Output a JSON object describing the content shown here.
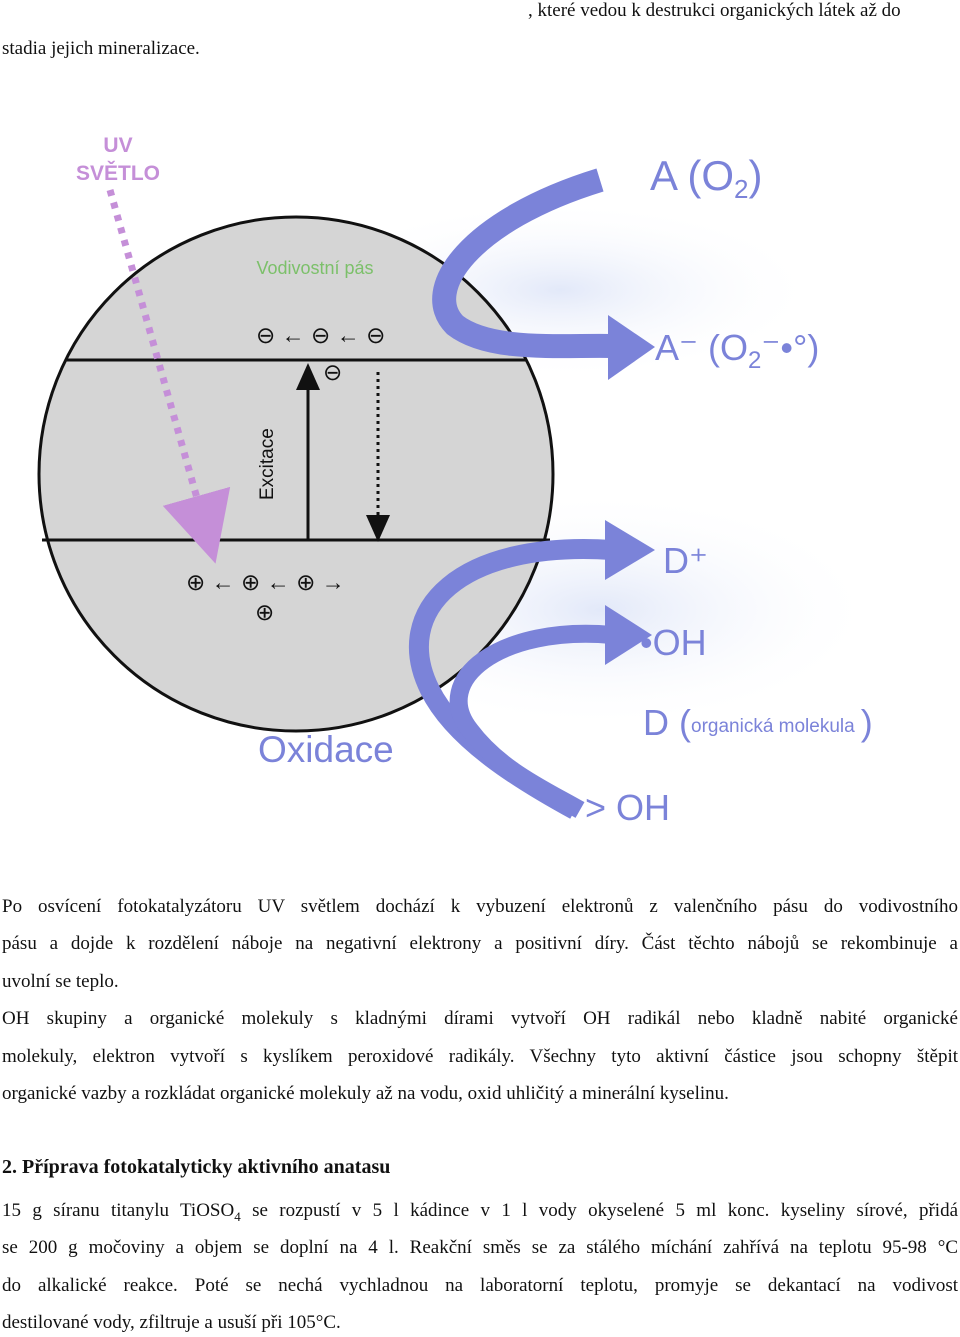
{
  "intro": {
    "line1": ", které vedou k destrukci organických látek až do",
    "line2": "stadia jejich mineralizace."
  },
  "diagram": {
    "uv_label_1": "UV",
    "uv_label_2": "SVĚTLO",
    "conduction_band": "Vodivostní pás",
    "excitation": "Excitace",
    "oxidation": "Oxidace",
    "electron_row": "⊖ ← ⊖ ← ⊖",
    "electron_single": "⊖",
    "hole_row": "⊕ ← ⊕ ← ⊕  →",
    "hole_single": "⊕",
    "acceptor": "A (O",
    "acceptor_sub": "2",
    "acceptor_close": ")",
    "acceptor_reduced": "A⁻ (O",
    "acceptor_reduced_sub": "2",
    "acceptor_reduced_close": "⁻•°)",
    "donor_plus": "D⁺",
    "oh_radical": "•OH",
    "donor": "D (",
    "donor_organic": "organická molekula",
    "donor_close": ")",
    "oh_surface": "> OH",
    "colors": {
      "arrow": "#7b83d9",
      "uv": "#c58fd8",
      "band_text": "#7cc06a",
      "circle": "#d5d5d5"
    }
  },
  "paragraphs": {
    "p1_l1": "Po osvícení fotokatalyzátoru UV světlem dochází k vybuzení elektronů z valenčního pásu do vodivostního",
    "p1_l2": "pásu a dojde k rozdělení náboje na negativní elektrony a positivní díry. Část těchto nábojů se rekombinuje a",
    "p1_l3": "uvolní se teplo.",
    "p2_l1": "OH skupiny a organické molekuly s kladnými dírami vytvoří OH radikál nebo kladně nabité organické",
    "p2_l2": "molekuly, elektron vytvoří s kyslíkem peroxidové radikály. Všechny tyto aktivní částice jsou schopny štěpit",
    "p2_l3": "organické vazby a rozkládat organické molekuly až na vodu, oxid uhličitý a minerální kyselinu."
  },
  "section": {
    "heading": "2. Příprava fotokatalyticky aktivního anatasu",
    "l1_a": "15 g síranu titanylu TiOSO",
    "l1_sub": "4",
    "l1_b": " se rozpustí v 5 l kádince v 1 l vody okyselené 5 ml konc. kyseliny sírové, přidá",
    "l2": "se 200 g močoviny a objem se doplní na 4 l. Reakční směs se za stálého míchání zahřívá na teplotu 95-98 °C",
    "l3": "do alkalické reakce. Poté se nechá vychladnou na laboratorní teplotu, promyje se dekantací na vodivost",
    "l4": "destilované vody, zfiltruje a usuší při 105°C."
  }
}
